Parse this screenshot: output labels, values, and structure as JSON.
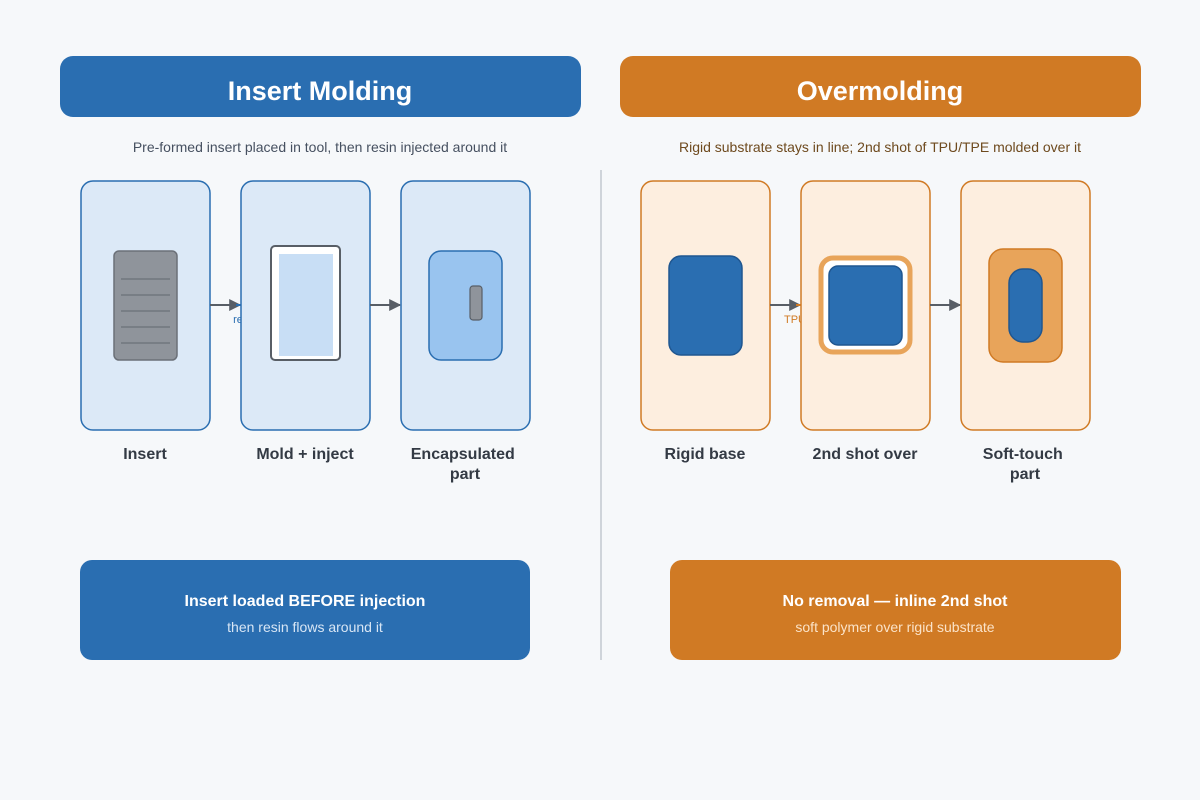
{
  "colors": {
    "background": "#f6f8fa",
    "insert_accent": "#2a6eb1",
    "overmold_accent": "#d07a24",
    "insert_panel_fill": "#dce9f7",
    "overmold_panel_fill": "#fdeedf",
    "insert_subtitle": "#465060",
    "overmold_subtitle": "#6e4a1e",
    "step_label": "#333a44",
    "arrow": "#585e66",
    "divider": "#cfd4da",
    "gray_insert": "#8f949b",
    "light_blue": "#99c4ef",
    "mold_cavity": "#c8def5",
    "dark_blue_substrate": "#2a6eb1",
    "tpu_orange": "#e8a45a"
  },
  "left": {
    "title": "Insert Molding",
    "subtitle": "Pre-formed insert placed in tool, then resin injected around it",
    "steps": [
      {
        "label_lines": [
          "Insert"
        ]
      },
      {
        "label_lines": [
          "Mold + inject"
        ]
      },
      {
        "label_lines": [
          "Encapsulated",
          "part"
        ]
      }
    ],
    "flow_label": "resin",
    "summary": {
      "title": "Insert loaded BEFORE injection",
      "subtitle": "then resin flows around it"
    }
  },
  "right": {
    "title": "Overmolding",
    "subtitle": "Rigid substrate stays in line; 2nd shot of TPU/TPE molded over it",
    "steps": [
      {
        "label_lines": [
          "Rigid base"
        ]
      },
      {
        "label_lines": [
          "2nd shot over"
        ]
      },
      {
        "label_lines": [
          "Soft-touch",
          "part"
        ]
      }
    ],
    "flow_label": "TPU",
    "summary": {
      "title": "No removal — inline 2nd shot",
      "subtitle": "soft polymer over rigid substrate"
    }
  }
}
